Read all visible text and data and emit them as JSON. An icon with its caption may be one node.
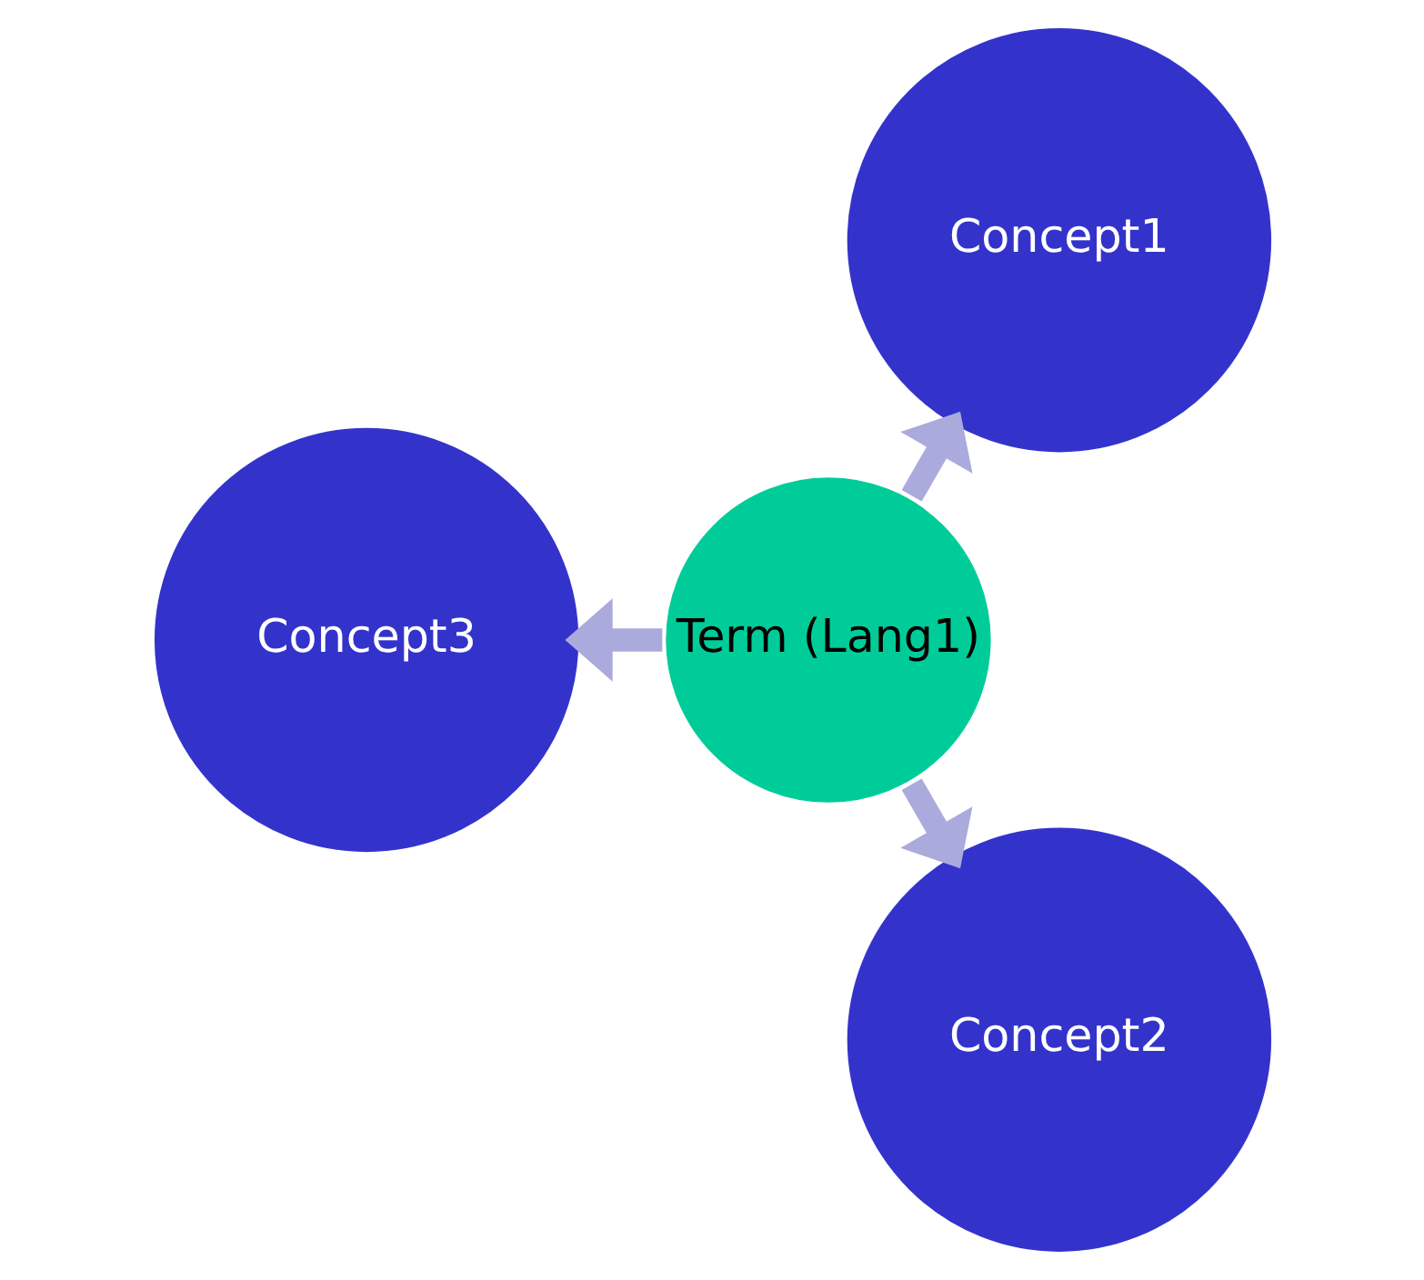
{
  "diagram": {
    "nodes": [
      {
        "text": [
          "Concept1"
        ]
      },
      {
        "text": [
          "Term (Lang1)"
        ]
      },
      {
        "text": [
          "Concept3"
        ]
      },
      {
        "text": [
          "Concept2"
        ]
      }
    ],
    "edges": [
      {
        "from": 1,
        "to": 0,
        "arrow": "to"
      },
      {
        "from": 1,
        "to": 3,
        "arrow": "to"
      },
      {
        "from": 1,
        "to": 2,
        "arrow": "to"
      }
    ]
  }
}
